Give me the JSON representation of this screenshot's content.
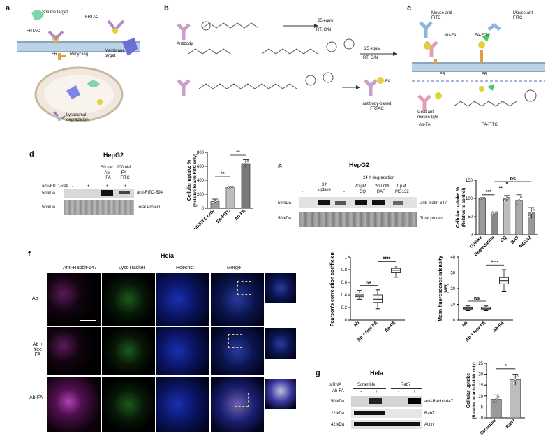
{
  "panels": {
    "a": {
      "letter": "a",
      "labels": {
        "soluble": "Soluble target",
        "frtac1": "FRTAC",
        "frtac2": "FRTAC",
        "fr": "FR",
        "recycling": "Recycling",
        "membrane": "Membrane target",
        "lyso": "Lysosomal degradation"
      }
    },
    "b": {
      "letter": "b",
      "labels": {
        "antibody": "Antibody",
        "cond1": "25 equiv",
        "cond1b": "RT, O/N",
        "cond2": "25 equiv",
        "cond2b": "RT, O/N",
        "product": "antibody-based FRTAC",
        "fa": "FA"
      }
    },
    "c": {
      "letter": "c",
      "labels": {
        "mouse1": "Mouse anti-FITC",
        "mouse2": "Mouse anti-FITC",
        "abfa": "Ab-FA",
        "fafitc": "FA-FITC",
        "fr1": "FR",
        "fr2": "FR",
        "goat": "Goat anti-mouse IgG",
        "abfa2": "Ab-FA",
        "fafitc2": "FA-FITC"
      }
    },
    "d": {
      "letter": "d",
      "title": "HepG2",
      "conc1": "50 nM",
      "conc2": "200 nM",
      "col1": "Ab -FA",
      "col2": "FA -FITC",
      "rowlabel": "anti-FITC-594",
      "signs": [
        "-",
        "+",
        "+",
        "+"
      ],
      "mw1": "50 kDa",
      "mw2": "50 kDa",
      "band1": "anti-FITC-594",
      "band2": "Total Protein"
    },
    "e": {
      "letter": "e",
      "title": "HepG2",
      "deg": "24 h degradation",
      "uptake": "3 h uptake",
      "concs": [
        "20 μM",
        "200 nM",
        "1 μM"
      ],
      "drugs": [
        "CQ",
        "BAF",
        "MG132"
      ],
      "dash": "-",
      "mw1": "50 kDa",
      "mw2": "50 kDa",
      "band1": "anti-biotin-647",
      "band2": "Total protein"
    },
    "f": {
      "letter": "f",
      "title": "Hela",
      "cols": [
        "Anti-Rabbit-647",
        "LysoTracker",
        "Hoechst",
        "Merge"
      ],
      "rows": [
        "Ab",
        "Ab + free FA",
        "Ab-FA"
      ]
    },
    "g": {
      "letter": "g",
      "title": "Hela",
      "sirna": "siRNA",
      "abfa": "Ab-FA",
      "scramble": "Scramble",
      "rab7": "Rab7",
      "signs": [
        "-",
        "+",
        "-",
        "+"
      ],
      "mws": [
        "50 kDa",
        "22 kDa",
        "42 kDa"
      ],
      "bands": [
        "anti-Rabbit-647",
        "Rab7",
        "Actin"
      ]
    }
  },
  "chart_data": [
    {
      "id": "d-bar",
      "type": "bar",
      "categories": [
        "anti-FITC only",
        "FA-FITC",
        "Ab-FA"
      ],
      "values": [
        100,
        300,
        640
      ],
      "errors": [
        30,
        10,
        55
      ],
      "ylabel": "Cellular uptake % (Relative to anti-FITC only)",
      "ylim": [
        0,
        800
      ],
      "yticks": [
        0,
        200,
        400,
        600,
        800
      ],
      "significance": [
        "**",
        "**"
      ]
    },
    {
      "id": "e-bar",
      "type": "bar",
      "categories": [
        "Uptake",
        "Degradation",
        "CQ",
        "BAF",
        "MG132"
      ],
      "values": [
        100,
        60,
        100,
        95,
        60
      ],
      "errors": [
        2,
        3,
        8,
        15,
        15
      ],
      "ylabel": "Cellular uptake % (Relative to control)",
      "ylim": [
        0,
        150
      ],
      "yticks": [
        0,
        50,
        100,
        150
      ],
      "significance": [
        "***",
        "**",
        "*",
        "ns"
      ]
    },
    {
      "id": "f-box1",
      "type": "box",
      "categories": [
        "Ab",
        "Ab + free FA",
        "Ab-FA"
      ],
      "ylabel": "Pearson's correlation coefficient",
      "ylim": [
        0,
        1.0
      ],
      "yticks": [
        0.0,
        0.2,
        0.4,
        0.6,
        0.8,
        1.0
      ],
      "boxes": [
        {
          "min": 0.33,
          "q1": 0.37,
          "median": 0.4,
          "q3": 0.43,
          "max": 0.47
        },
        {
          "min": 0.18,
          "q1": 0.28,
          "median": 0.33,
          "q3": 0.4,
          "max": 0.48
        },
        {
          "min": 0.68,
          "q1": 0.76,
          "median": 0.79,
          "q3": 0.82,
          "max": 0.86
        }
      ],
      "significance": [
        "ns",
        "****"
      ]
    },
    {
      "id": "f-box2",
      "type": "box",
      "categories": [
        "Ab",
        "Ab + free FA",
        "Ab-FA"
      ],
      "ylabel": "Mean fluorescence intensity (MFI)",
      "ylim": [
        0,
        40
      ],
      "yticks": [
        0,
        10,
        20,
        30,
        40
      ],
      "boxes": [
        {
          "min": 6,
          "q1": 7,
          "median": 7.5,
          "q3": 8,
          "max": 9
        },
        {
          "min": 6,
          "q1": 7,
          "median": 7.5,
          "q3": 8.2,
          "max": 9
        },
        {
          "min": 18,
          "q1": 23,
          "median": 25,
          "q3": 27,
          "max": 32
        }
      ],
      "significance": [
        "ns",
        "****"
      ]
    },
    {
      "id": "g-bar",
      "type": "bar",
      "categories": [
        "Scramble",
        "Rab7"
      ],
      "values": [
        8.5,
        17.5
      ],
      "errors": [
        2,
        2.5
      ],
      "ylabel": "Cellular uptake (Relative to anti-Rabbit only)",
      "ylim": [
        0,
        25
      ],
      "yticks": [
        0,
        5,
        10,
        15,
        20,
        25
      ],
      "significance": [
        "*"
      ]
    }
  ]
}
